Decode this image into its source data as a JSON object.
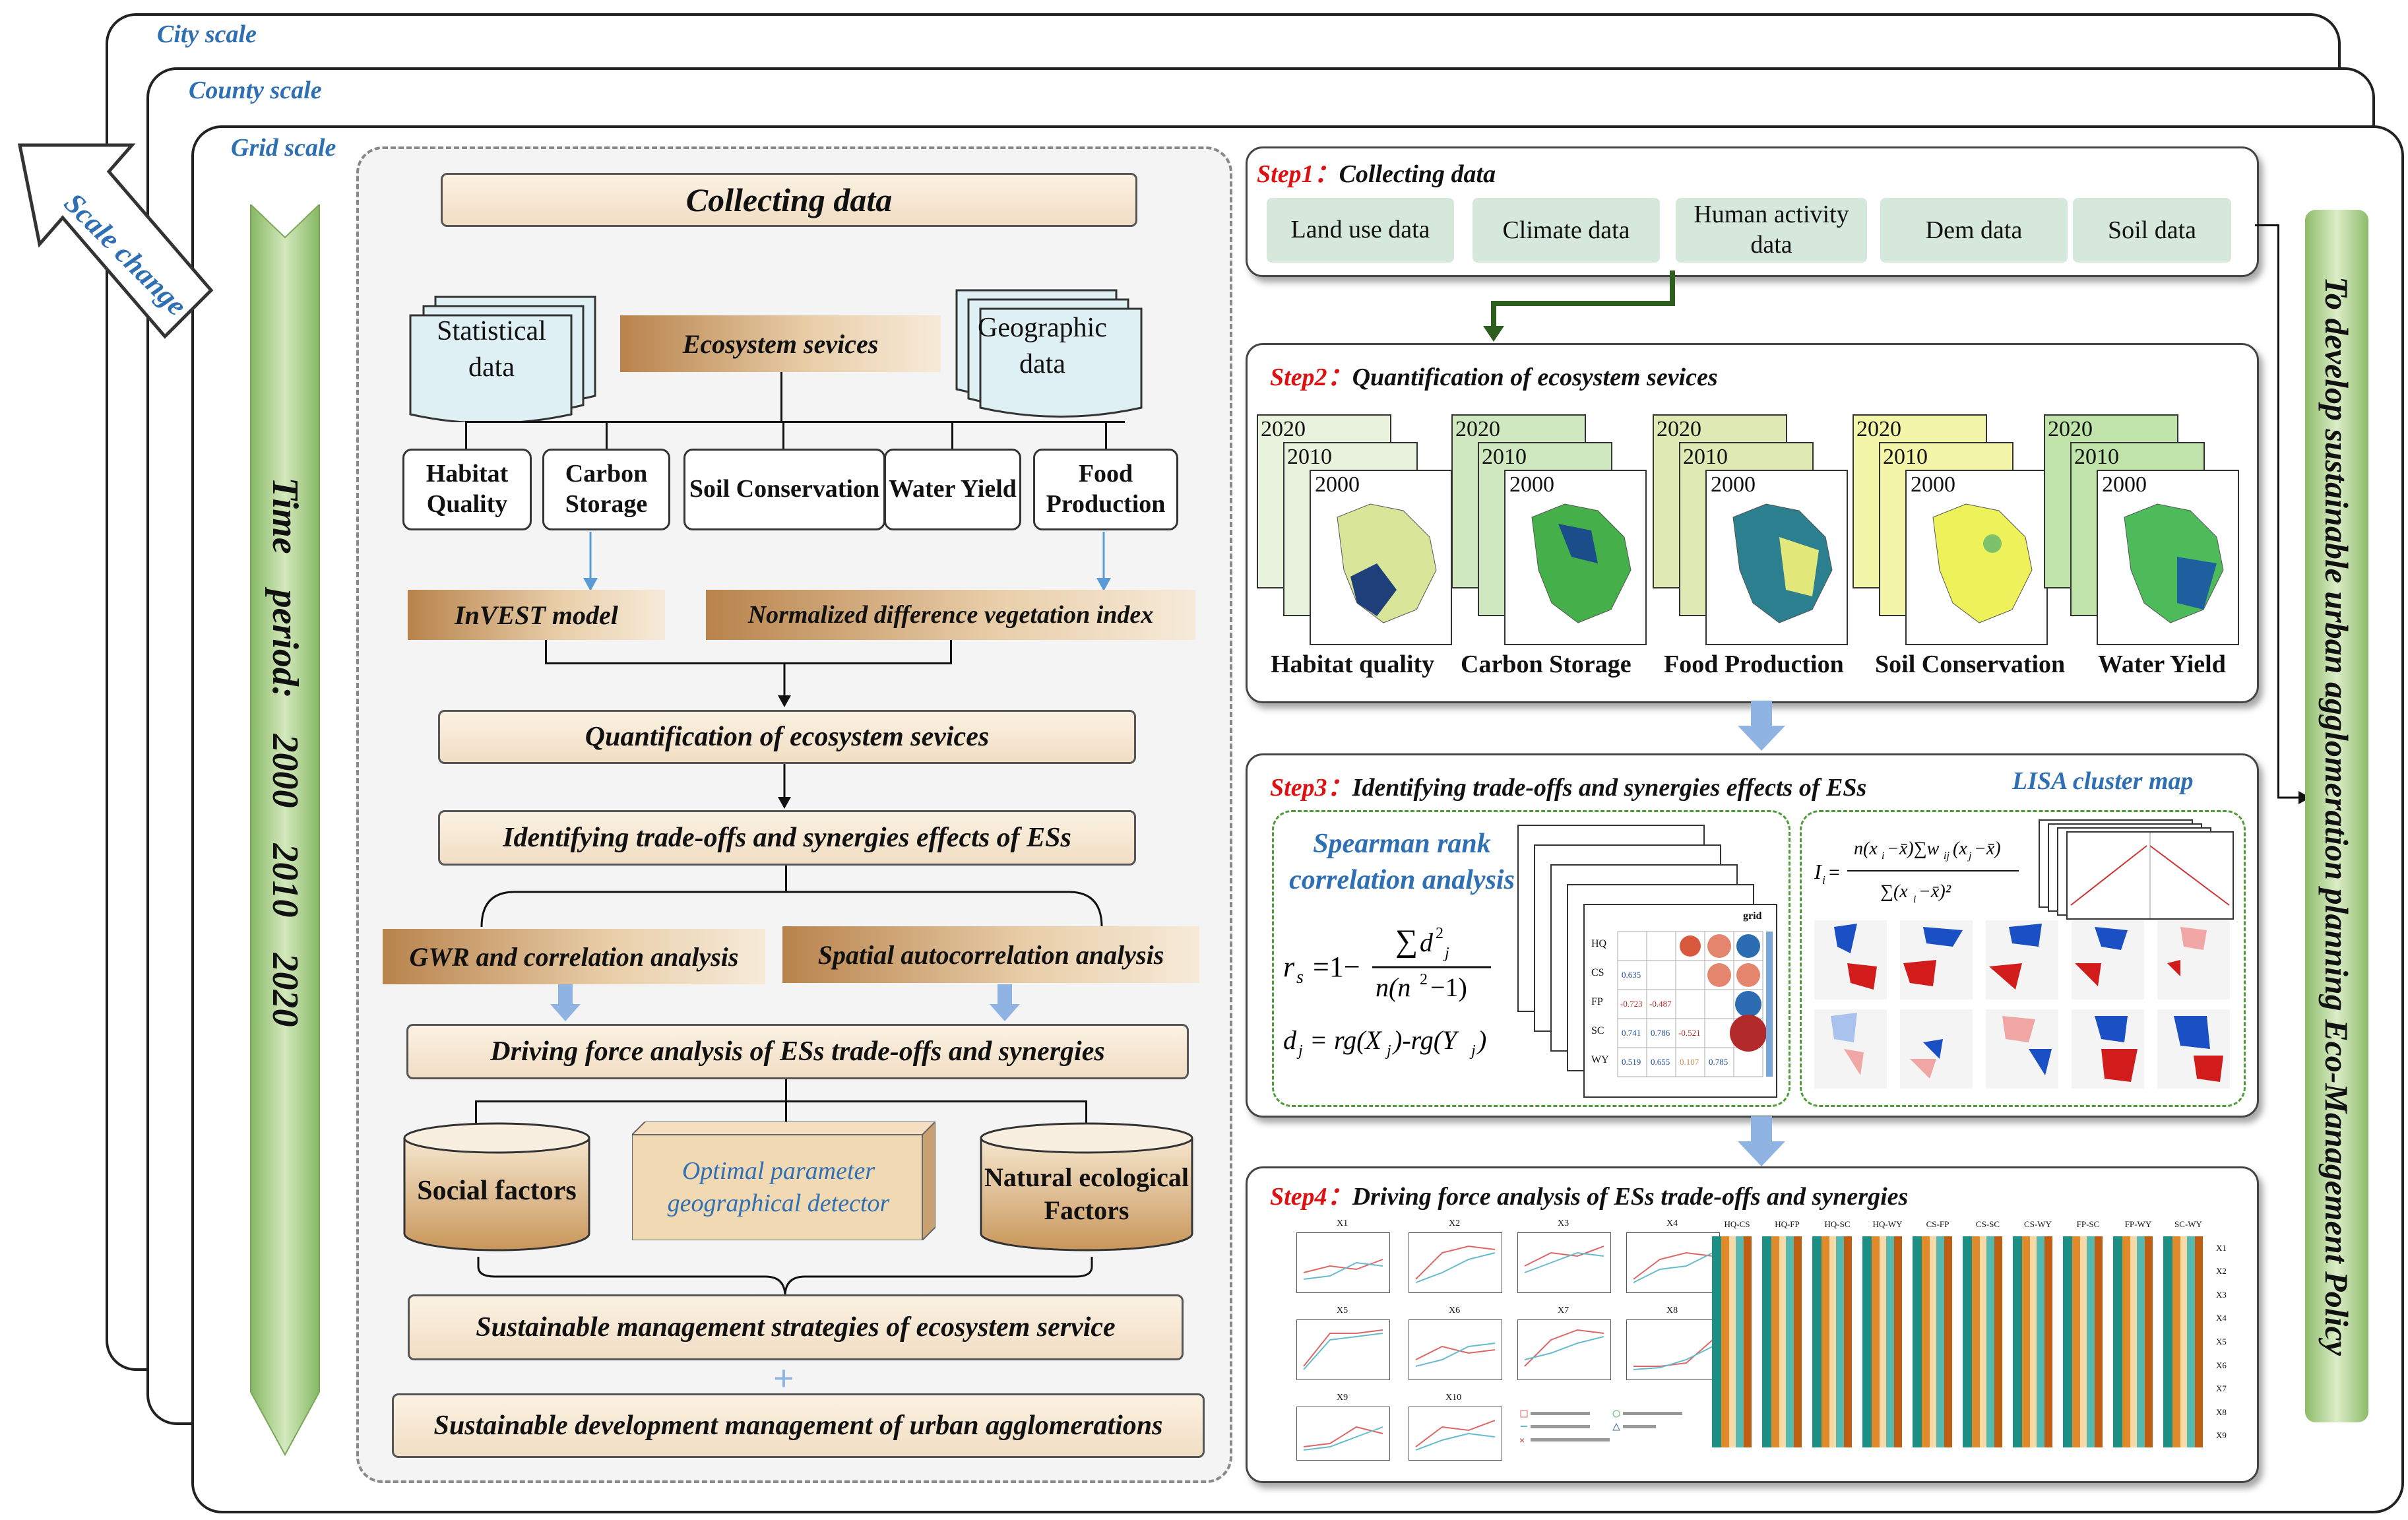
{
  "scales": {
    "city": "City scale",
    "county": "County scale",
    "grid": "Grid scale",
    "change": "Scale change"
  },
  "time_period": "Time period: 2000 2010 2020",
  "left": {
    "collecting": "Collecting data",
    "statistical": "Statistical data",
    "geographic": "Geographic data",
    "ecosystem": "Ecosystem sevices",
    "services": [
      "Habitat Quality",
      "Carbon Storage",
      "Soil Conservation",
      "Water Yield",
      "Food Production"
    ],
    "invest": "InVEST model",
    "ndvi": "Normalized difference vegetation index",
    "quant": "Quantification of ecosystem sevices",
    "identify": "Identifying trade-offs and synergies effects of ESs",
    "gwr": "GWR and correlation analysis",
    "spatial": "Spatial autocorrelation analysis",
    "driving": "Driving force analysis of ESs trade-offs and synergies",
    "social": "Social factors",
    "optimal": "Optimal parameter geographical detector",
    "natural": "Natural ecological Factors",
    "sustain_mgmt": "Sustainable management strategies of ecosystem service",
    "sustain_dev": "Sustainable development management of urban agglomerations",
    "plus": "+"
  },
  "step1": {
    "label": "Step1",
    "title": "Collecting data",
    "items": [
      "Land use data",
      "Climate data",
      "Human activity data",
      "Dem data",
      "Soil data"
    ]
  },
  "step2": {
    "label": "Step2",
    "title": "Quantification of ecosystem sevices",
    "years": [
      "2020",
      "2010",
      "2000"
    ],
    "captions": [
      "Habitat quality",
      "Carbon Storage",
      "Food Production",
      "Soil Conservation",
      "Water Yield"
    ]
  },
  "step3": {
    "label": "Step3",
    "title": "Identifying trade-offs and synergies effects of ESs",
    "lisa": "LISA cluster map",
    "spearman": "Spearman rank correlation analysis",
    "matrix_labels": [
      "HQ",
      "CS",
      "FP",
      "SC",
      "WY"
    ],
    "values": [
      "0.635",
      "-0.723",
      "-0.487",
      "0.741",
      "0.786",
      "-0.521",
      "0.519",
      "0.655",
      "0.107",
      "0.785"
    ],
    "grid": "grid"
  },
  "step4": {
    "label": "Step4",
    "title": "Driving force analysis of ESs trade-offs and synergies",
    "plots": [
      "X1",
      "X2",
      "X3",
      "X4",
      "X5",
      "X6",
      "X7",
      "X8",
      "X9",
      "X10"
    ],
    "heat_cols": [
      "HQ-CS",
      "HQ-FP",
      "HQ-SC",
      "HQ-WY",
      "CS-FP",
      "CS-SC",
      "CS-WY",
      "FP-SC",
      "FP-WY",
      "SC-WY"
    ],
    "heat_rows": [
      "X1",
      "X2",
      "X3",
      "X4",
      "X5",
      "X6",
      "X7",
      "X8",
      "X9"
    ]
  },
  "policy": "To develop sustainable urban agglomeration planning Eco-Management Policy"
}
